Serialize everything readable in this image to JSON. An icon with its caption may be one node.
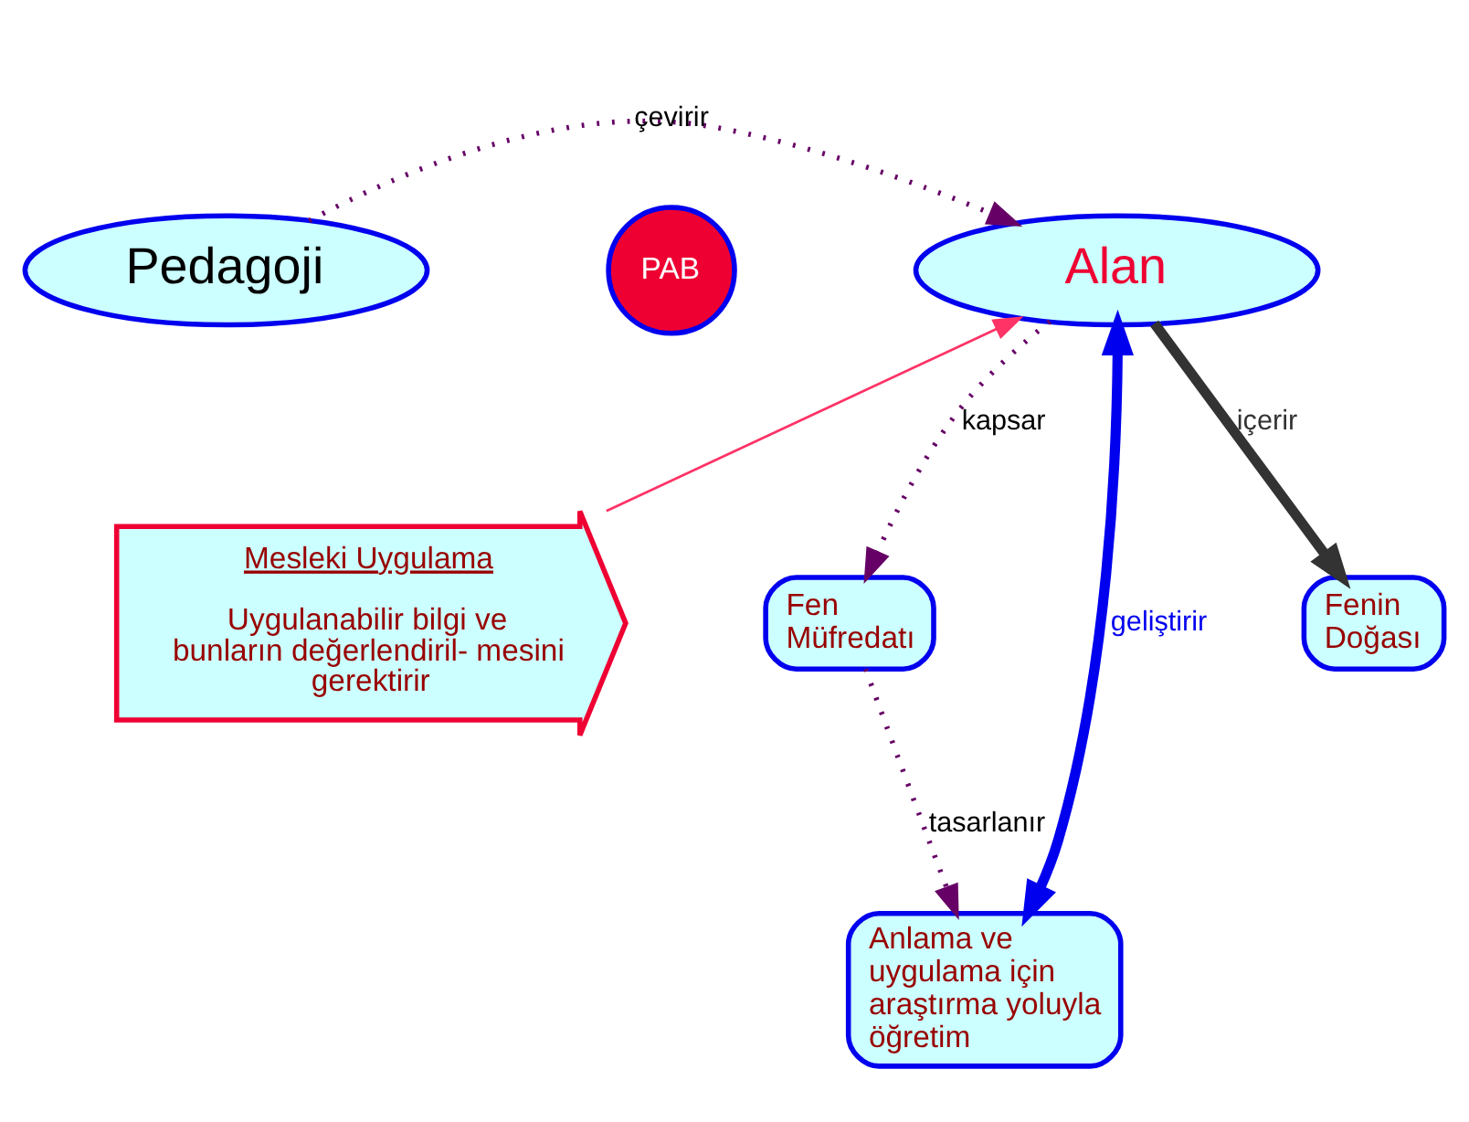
{
  "diagram": {
    "nodes": [
      {
        "text": [
          "Pedagoji"
        ]
      },
      {
        "text": [
          "PAB"
        ]
      },
      {
        "text": [
          "Alan"
        ]
      },
      {
        "text": [
          "Fen Müfredatı"
        ]
      },
      {
        "text": [
          "Anlama ve uygulama için araştırma yoluyla öğretim"
        ]
      },
      {
        "text": [
          "Mesleki Uygulama",
          "Uygulanabilir bilgi ve bunların değerlendiril- mesini gerektirir"
        ]
      },
      {
        "text": [
          "Fenin Doğası"
        ]
      }
    ],
    "edges": [
      {
        "from": 0,
        "to": 2,
        "arrow": "to",
        "label": "çevirir",
        "style": "dashed"
      },
      {
        "from": 2,
        "to": 3,
        "arrow": "to",
        "label": "kapsar",
        "style": "dashed"
      },
      {
        "from": 3,
        "to": 4,
        "arrow": "to",
        "label": "tasarlanır",
        "style": "dashed"
      },
      {
        "from": 2,
        "to": 4,
        "arrow": "both",
        "label": "geliştirir",
        "style": "thick",
        "color": "#0000ee"
      },
      {
        "from": 2,
        "to": 6,
        "arrow": "to",
        "label": "içerir",
        "style": "thick",
        "color": "#333333"
      },
      {
        "from": 5,
        "to": 2,
        "arrow": "to",
        "color": "#ff3366"
      }
    ]
  }
}
